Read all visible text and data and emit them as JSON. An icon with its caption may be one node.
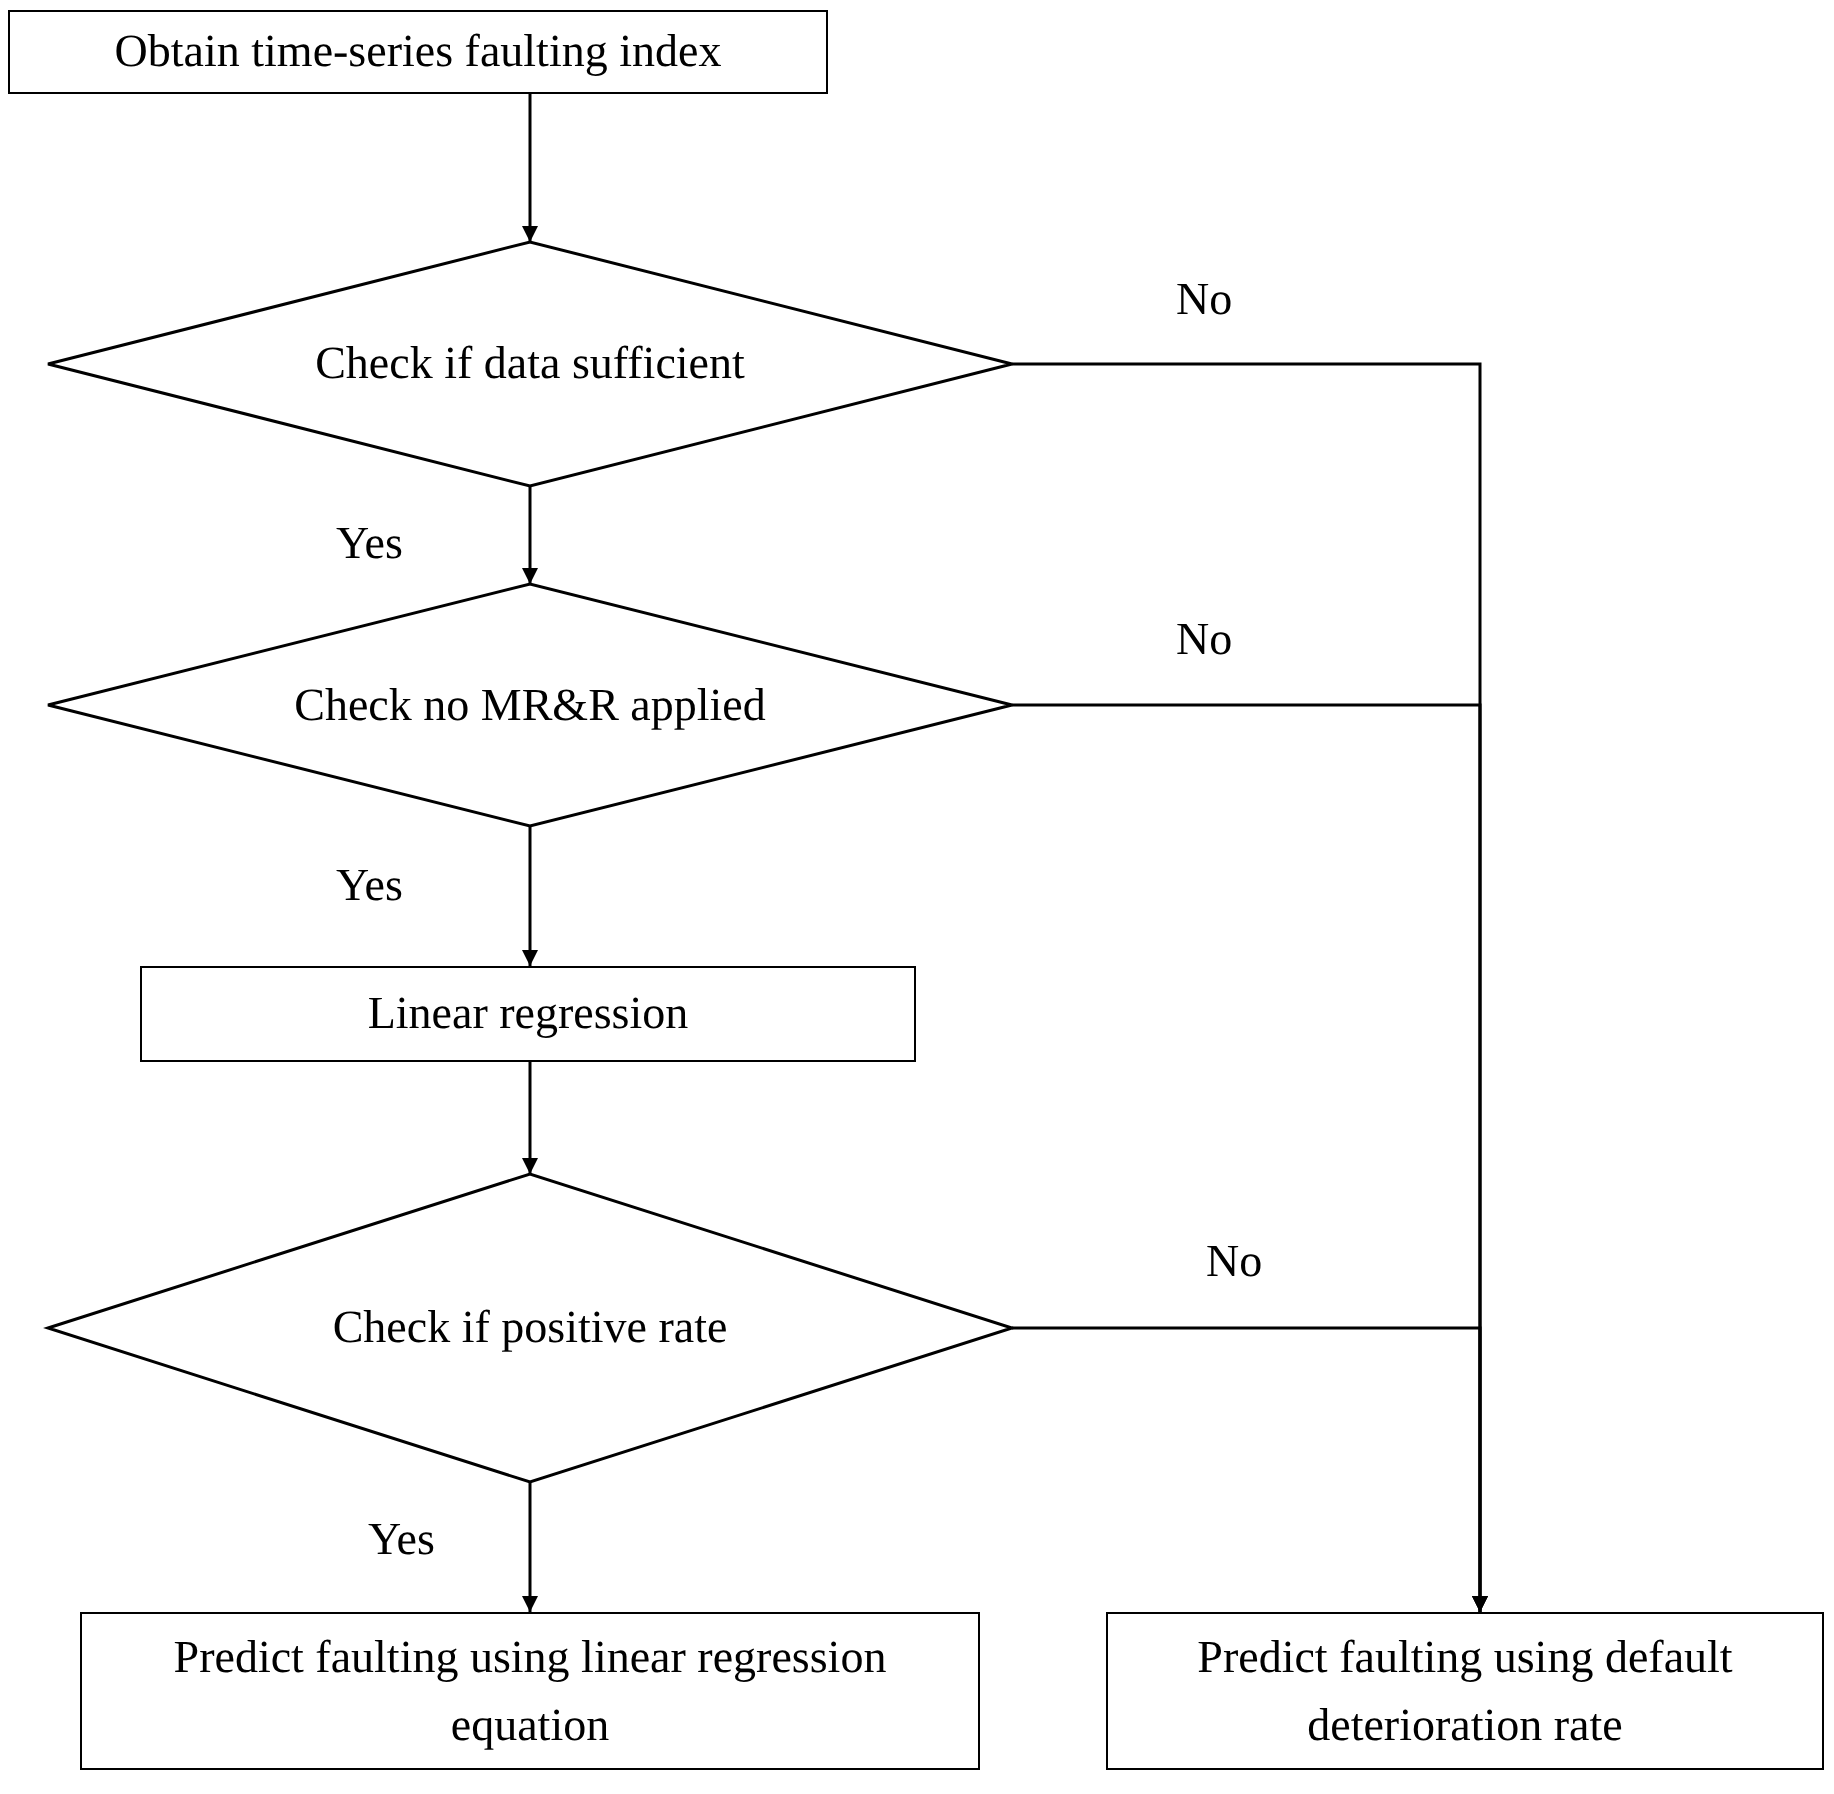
{
  "diagram": {
    "nodes": [
      {
        "text": [
          "Obtain time-series faulting index"
        ]
      },
      {
        "text": [
          "Check if data sufficient"
        ]
      },
      {
        "text": [
          "Check no MR&R applied"
        ]
      },
      {
        "text": [
          "Linear regression"
        ]
      },
      {
        "text": [
          "Check if positive rate"
        ]
      },
      {
        "text": [
          "Predict faulting using linear regression equation"
        ]
      },
      {
        "text": [
          "Predict faulting using default deterioration rate"
        ]
      }
    ],
    "edges": [
      {
        "from": 0,
        "to": 1,
        "arrow": "to"
      },
      {
        "from": 1,
        "to": 2,
        "arrow": "to",
        "label": "Yes"
      },
      {
        "from": 2,
        "to": 3,
        "arrow": "to",
        "label": "Yes"
      },
      {
        "from": 3,
        "to": 4,
        "arrow": "to"
      },
      {
        "from": 4,
        "to": 5,
        "arrow": "to",
        "label": "Yes"
      },
      {
        "from": 1,
        "to": 6,
        "arrow": "to",
        "label": "No"
      },
      {
        "from": 2,
        "to": 6,
        "arrow": "to",
        "label": "No"
      },
      {
        "from": 4,
        "to": 6,
        "arrow": "to",
        "label": "No"
      }
    ]
  }
}
